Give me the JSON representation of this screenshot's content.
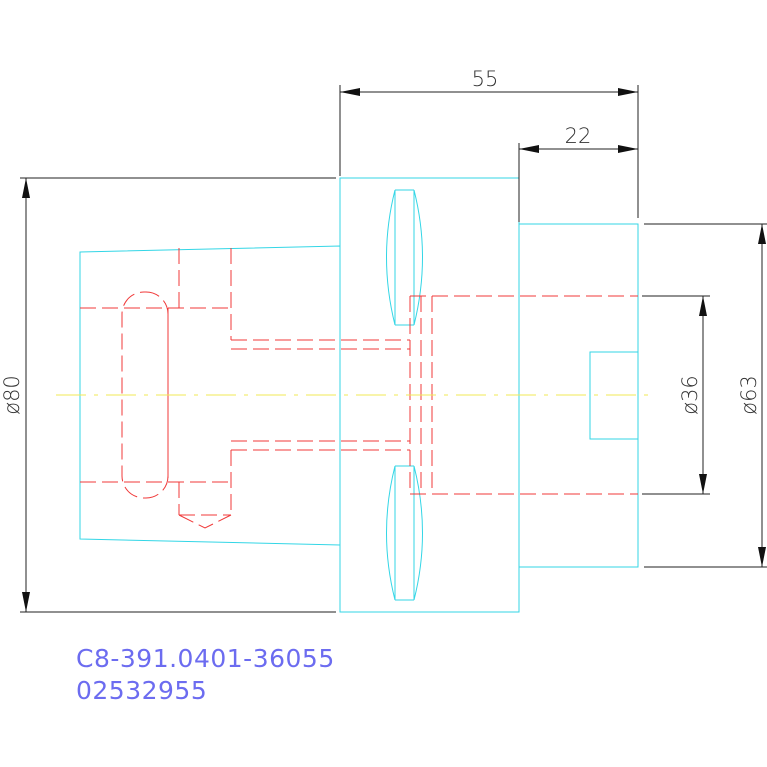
{
  "drawing": {
    "dimensions": {
      "overall_length": "55",
      "flange_length": "22",
      "diameter_left": "ø80",
      "diameter_inner": "ø36",
      "diameter_right": "ø63"
    },
    "part_number": "C8-391.0401-36055",
    "order_code": "02532955",
    "colors": {
      "outline": "#33d6e6",
      "hidden": "#f03838",
      "centerline": "#f2ea55",
      "dimension": "#222222",
      "text": "#6c6cf0"
    }
  }
}
